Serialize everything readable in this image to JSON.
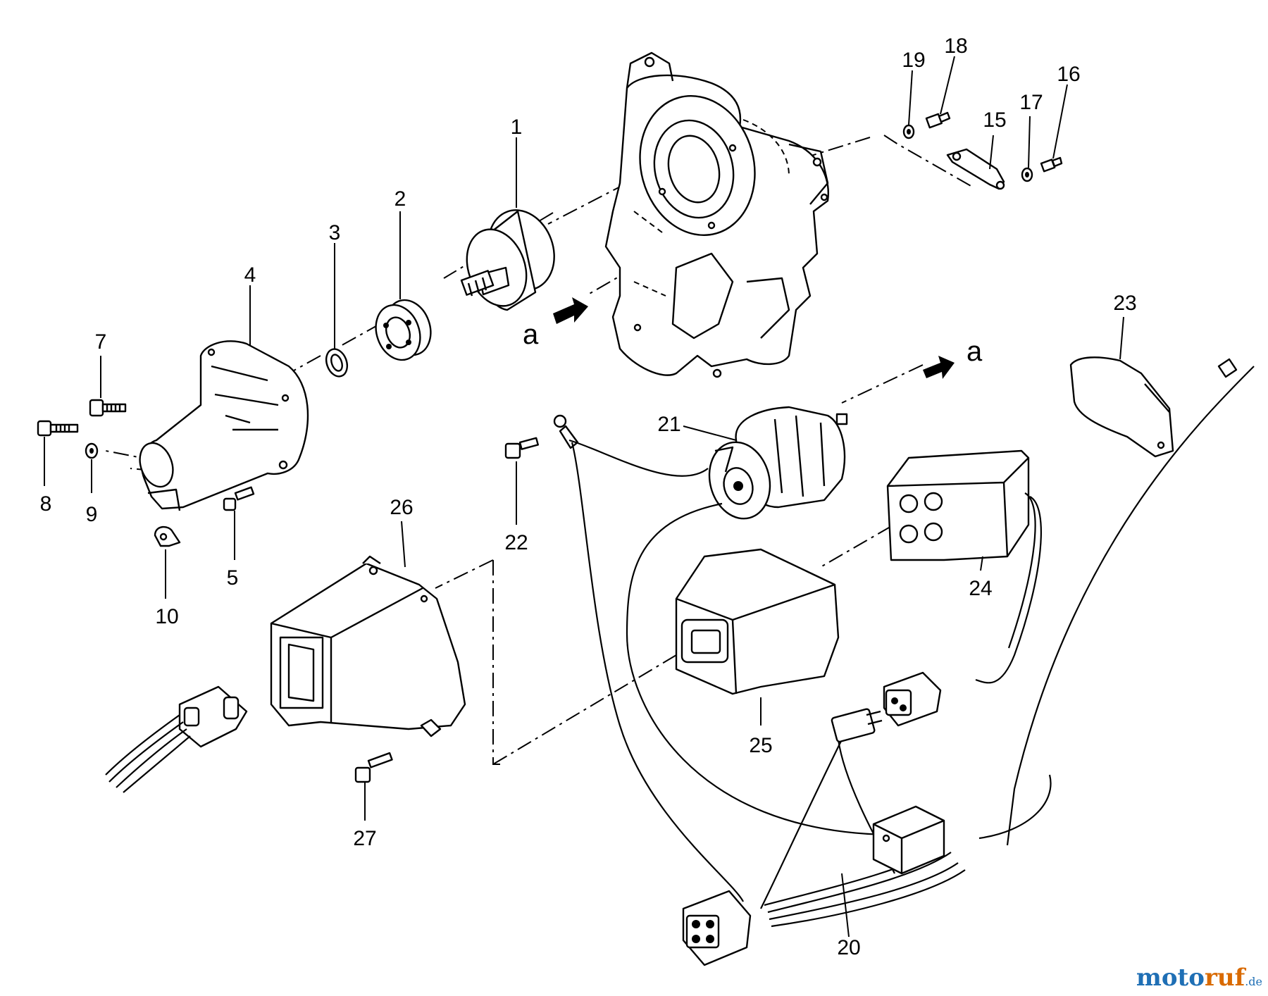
{
  "callouts": [
    {
      "id": "1",
      "label": "1"
    },
    {
      "id": "2",
      "label": "2"
    },
    {
      "id": "3",
      "label": "3"
    },
    {
      "id": "4",
      "label": "4"
    },
    {
      "id": "5",
      "label": "5"
    },
    {
      "id": "7",
      "label": "7"
    },
    {
      "id": "8",
      "label": "8"
    },
    {
      "id": "9",
      "label": "9"
    },
    {
      "id": "10",
      "label": "10"
    },
    {
      "id": "15",
      "label": "15"
    },
    {
      "id": "16",
      "label": "16"
    },
    {
      "id": "17",
      "label": "17"
    },
    {
      "id": "18",
      "label": "18"
    },
    {
      "id": "19",
      "label": "19"
    },
    {
      "id": "20",
      "label": "20"
    },
    {
      "id": "21",
      "label": "21"
    },
    {
      "id": "22",
      "label": "22"
    },
    {
      "id": "23",
      "label": "23"
    },
    {
      "id": "24",
      "label": "24"
    },
    {
      "id": "25",
      "label": "25"
    },
    {
      "id": "26",
      "label": "26"
    },
    {
      "id": "27",
      "label": "27"
    }
  ],
  "reference_marks": {
    "a_left": "a",
    "a_right": "a"
  },
  "logo": {
    "part1": "moto",
    "part2": "ruf",
    "suffix": ".de"
  }
}
